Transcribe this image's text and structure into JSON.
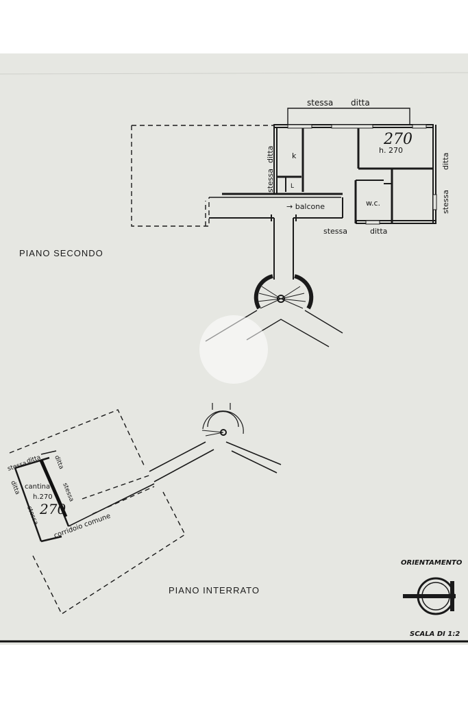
{
  "labels": {
    "piano_secondo": "PIANO      SECONDO",
    "piano_interrato": "PIANO      INTERRATO",
    "stessa_top": "stessa",
    "ditta_top": "ditta",
    "ditta_right": "ditta",
    "stessa_right": "stessa",
    "stessa_bottom": "stessa",
    "ditta_bottom": "ditta",
    "ditta_left_v": "ditta",
    "stessa_left_v": "stessa",
    "kitchen": "k",
    "bath_small": "L",
    "balcone": "→ balcone",
    "wc": "w.c.",
    "room_height_hand": "270",
    "room_height": "h. 270",
    "cantina_stessa": "stessa",
    "cantina_ditta": "ditta",
    "cantina_ditta_2": "ditta",
    "cantina_stessa_2": "stessa",
    "cantina_ditta_3": "ditta",
    "cantina_stessa_3": "stessa",
    "cantina": "cantina",
    "cantina_height": "h.270",
    "cantina_height_hand": "270",
    "corridoio": "corridoio  comune",
    "orientamento": "ORIENTAMENTO",
    "scala": "SCALA DI 1:2"
  }
}
